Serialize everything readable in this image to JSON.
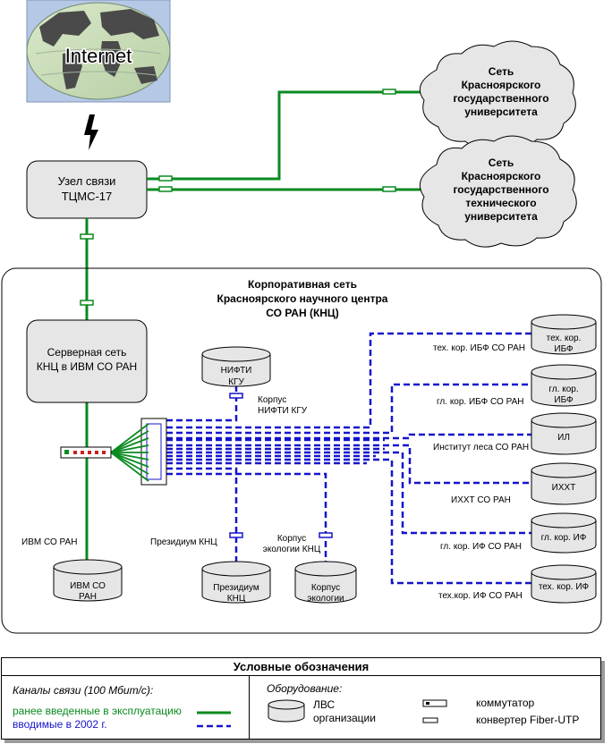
{
  "internet": {
    "label": "Internet"
  },
  "colors": {
    "existing": "#0a8a1f",
    "new_2002": "#1414cc",
    "panel_bg": "#e6e6e6"
  },
  "node_hub": {
    "line1": "Узел связи",
    "line2": "ТЦМС-17"
  },
  "cloud_kgu": {
    "lines": [
      "Сеть",
      "Красноярского",
      "государственного",
      "университета"
    ]
  },
  "cloud_kgtu": {
    "lines": [
      "Сеть",
      "Красноярского",
      "государственного",
      "технического",
      "университета"
    ]
  },
  "corp_net": {
    "lines": [
      "Корпоративная сеть",
      "Красноярского научного центра",
      "СО РАН (КНЦ)"
    ]
  },
  "server_net": {
    "line1": "Серверная сеть",
    "line2": "КНЦ в ИВМ СО РАН"
  },
  "db_nifti": {
    "line1": "НИФТИ",
    "line2": "КГУ"
  },
  "lbl_nifti": {
    "line1": "Корпус",
    "line2": "НИФТИ КГУ"
  },
  "db_ivm": {
    "line1": "ИВМ СО",
    "line2": "РАН"
  },
  "lbl_ivm": "ИВМ СО РАН",
  "db_presidium": {
    "line1": "Президиум",
    "line2": "КНЦ"
  },
  "lbl_presidium": "Президиум КНЦ",
  "db_ecology": {
    "line1": "Корпус",
    "line2": "экологии"
  },
  "lbl_ecology": {
    "line1": "Корпус",
    "line2": "экологии КНЦ"
  },
  "right_nodes": [
    {
      "db1": "тех. кор.",
      "db2": "ИБФ",
      "label": "тех. кор. ИБФ СО РАН"
    },
    {
      "db1": "гл. кор.",
      "db2": "ИБФ",
      "label": "гл. кор. ИБФ СО РАН"
    },
    {
      "db1": "ИЛ",
      "db2": "",
      "label": "Институт леса СО РАН"
    },
    {
      "db1": "ИХХТ",
      "db2": "",
      "label": "ИХХТ СО РАН"
    },
    {
      "db1": "гл. кор. ИФ",
      "db2": "",
      "label": "гл. кор. ИФ СО РАН"
    },
    {
      "db1": "тех. кор. ИФ",
      "db2": "",
      "label": "тех.кор. ИФ СО РАН"
    }
  ],
  "legend": {
    "title": "Условные обозначения",
    "channels_title": "Каналы связи (100 Мбит/с):",
    "existing": "ранее введенные в эксплуатацию",
    "new_2002": "вводимые в 2002 г.",
    "equipment_title": "Оборудование:",
    "lan_line1": "ЛВС",
    "lan_line2": "организации",
    "switch": "коммутатор",
    "converter": "конвертер Fiber-UTP"
  }
}
